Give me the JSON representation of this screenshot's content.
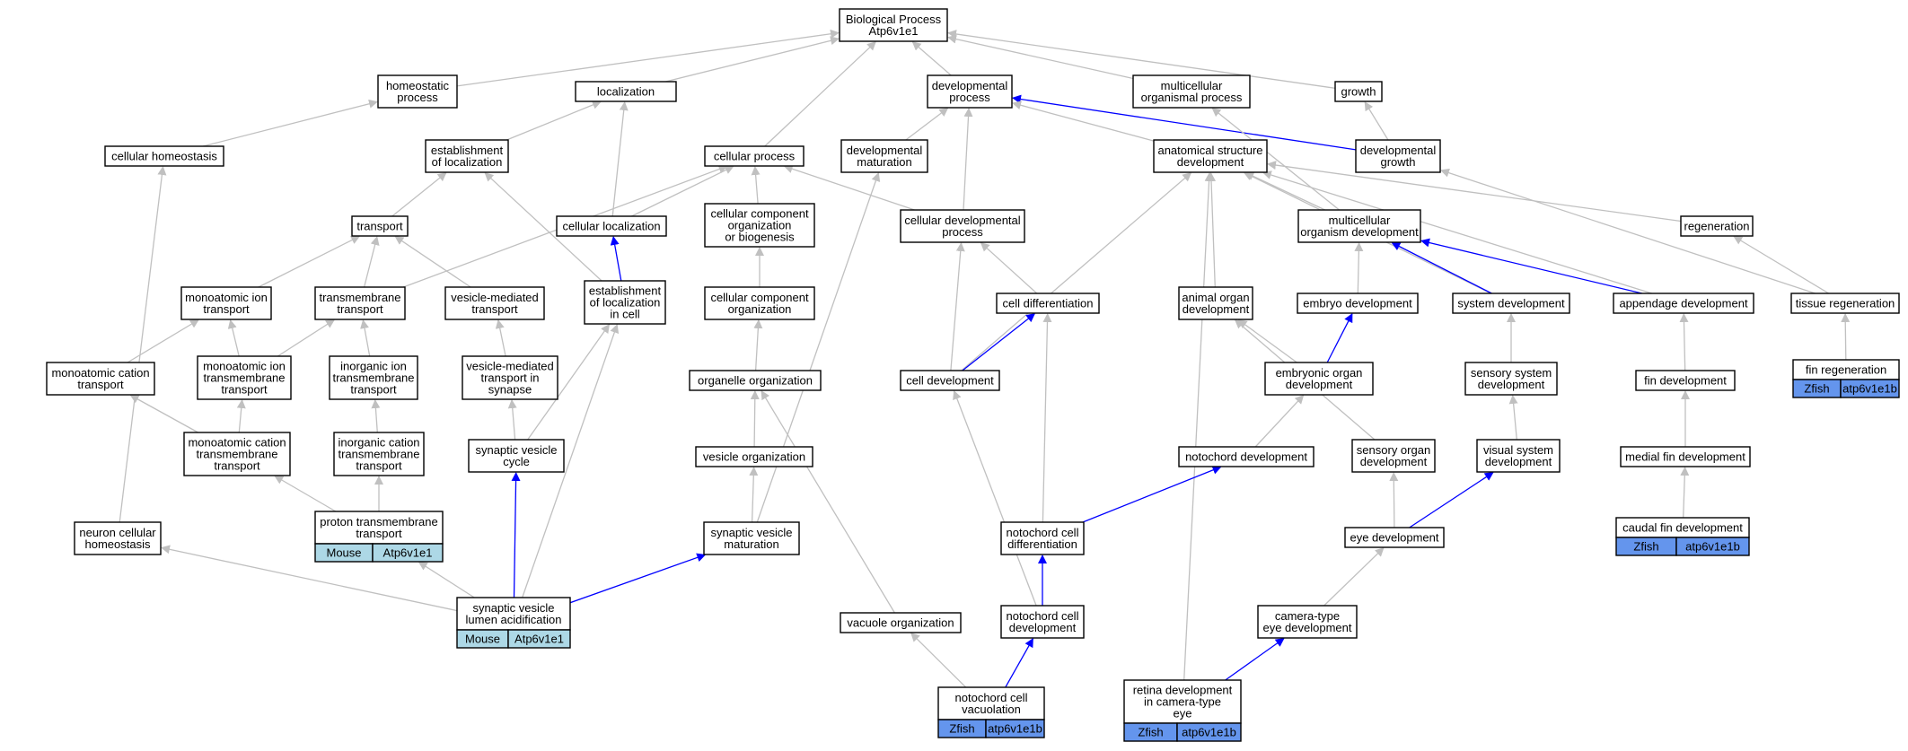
{
  "colors": {
    "gray_edge": "#c0c0c0",
    "blue_edge": "#0000ff",
    "mouse_tag": "#add8e6",
    "zfish_tag": "#6495ed"
  },
  "nodes": {
    "bp": {
      "lines": [
        "Biological Process",
        "Atp6v1e1"
      ]
    },
    "homeostatic": {
      "lines": [
        "homeostatic",
        "process"
      ]
    },
    "localization": {
      "lines": [
        "localization"
      ]
    },
    "devproc": {
      "lines": [
        "developmental",
        "process"
      ]
    },
    "multiproc": {
      "lines": [
        "multicellular",
        "organismal process"
      ]
    },
    "growth": {
      "lines": [
        "growth"
      ]
    },
    "cellhomeo": {
      "lines": [
        "cellular homeostasis"
      ]
    },
    "estloc": {
      "lines": [
        "establishment",
        "of localization"
      ]
    },
    "cellproc": {
      "lines": [
        "cellular process"
      ]
    },
    "devmat": {
      "lines": [
        "developmental",
        "maturation"
      ]
    },
    "anat": {
      "lines": [
        "anatomical structure",
        "development"
      ]
    },
    "devgrowth": {
      "lines": [
        "developmental",
        "growth"
      ]
    },
    "transport": {
      "lines": [
        "transport"
      ]
    },
    "cellloc": {
      "lines": [
        "cellular localization"
      ]
    },
    "ccob": {
      "lines": [
        "cellular component",
        "organization",
        "or biogenesis"
      ]
    },
    "celldevproc": {
      "lines": [
        "cellular developmental",
        "process"
      ]
    },
    "multidev": {
      "lines": [
        "multicellular",
        "organism development"
      ]
    },
    "regen": {
      "lines": [
        "regeneration"
      ]
    },
    "monoion": {
      "lines": [
        "monoatomic ion",
        "transport"
      ]
    },
    "tmtrans": {
      "lines": [
        "transmembrane",
        "transport"
      ]
    },
    "vesmed": {
      "lines": [
        "vesicle-mediated",
        "transport"
      ]
    },
    "estlocincell": {
      "lines": [
        "establishment",
        "of localization",
        "in cell"
      ]
    },
    "cco": {
      "lines": [
        "cellular component",
        "organization"
      ]
    },
    "celldiff": {
      "lines": [
        "cell differentiation"
      ]
    },
    "animorg": {
      "lines": [
        "animal organ",
        "development"
      ]
    },
    "embryo": {
      "lines": [
        "embryo development"
      ]
    },
    "sysdev": {
      "lines": [
        "system development"
      ]
    },
    "appdev": {
      "lines": [
        "appendage development"
      ]
    },
    "tissregen": {
      "lines": [
        "tissue regeneration"
      ]
    },
    "monocat": {
      "lines": [
        "monoatomic cation",
        "transport"
      ]
    },
    "monoiontm": {
      "lines": [
        "monoatomic ion",
        "transmembrane",
        "transport"
      ]
    },
    "inorgion": {
      "lines": [
        "inorganic ion",
        "transmembrane",
        "transport"
      ]
    },
    "vesmedsyn": {
      "lines": [
        "vesicle-mediated",
        "transport in",
        "synapse"
      ]
    },
    "orgorg": {
      "lines": [
        "organelle organization"
      ]
    },
    "celldev": {
      "lines": [
        "cell development"
      ]
    },
    "embryoorg": {
      "lines": [
        "embryonic organ",
        "development"
      ]
    },
    "sensys": {
      "lines": [
        "sensory system",
        "development"
      ]
    },
    "findev": {
      "lines": [
        "fin development"
      ]
    },
    "finregen": {
      "lines": [
        "fin regeneration"
      ]
    },
    "monocattm": {
      "lines": [
        "monoatomic cation",
        "transmembrane",
        "transport"
      ]
    },
    "inorgcat": {
      "lines": [
        "inorganic cation",
        "transmembrane",
        "transport"
      ]
    },
    "synvescyc": {
      "lines": [
        "synaptic vesicle",
        "cycle"
      ]
    },
    "vesorg": {
      "lines": [
        "vesicle organization"
      ]
    },
    "notodev": {
      "lines": [
        "notochord development"
      ]
    },
    "sensorg": {
      "lines": [
        "sensory organ",
        "development"
      ]
    },
    "visdev": {
      "lines": [
        "visual system",
        "development"
      ]
    },
    "medfin": {
      "lines": [
        "medial fin development"
      ]
    },
    "neuronhomeo": {
      "lines": [
        "neuron cellular",
        "homeostasis"
      ]
    },
    "protontm": {
      "lines": [
        "proton transmembrane",
        "transport"
      ]
    },
    "synvesmat": {
      "lines": [
        "synaptic vesicle",
        "maturation"
      ]
    },
    "notocelldiff": {
      "lines": [
        "notochord cell",
        "differentiation"
      ]
    },
    "eyedev": {
      "lines": [
        "eye development"
      ]
    },
    "caudfin": {
      "lines": [
        "caudal fin development"
      ]
    },
    "synveslum": {
      "lines": [
        "synaptic vesicle",
        "lumen acidification"
      ]
    },
    "vacorg": {
      "lines": [
        "vacuole organization"
      ]
    },
    "notocelldev": {
      "lines": [
        "notochord cell",
        "development"
      ]
    },
    "cameye": {
      "lines": [
        "camera-type",
        "eye development"
      ]
    },
    "notovac": {
      "lines": [
        "notochord cell",
        "vacuolation"
      ]
    },
    "retina": {
      "lines": [
        "retina development",
        "in camera-type",
        "eye"
      ]
    }
  },
  "annotations": {
    "protontm": {
      "species": "Mouse",
      "gene": "Atp6v1e1"
    },
    "synveslum": {
      "species": "Mouse",
      "gene": "Atp6v1e1"
    },
    "finregen": {
      "species": "Zfish",
      "gene": "atp6v1e1b"
    },
    "caudfin": {
      "species": "Zfish",
      "gene": "atp6v1e1b"
    },
    "notovac": {
      "species": "Zfish",
      "gene": "atp6v1e1b"
    },
    "retina": {
      "species": "Zfish",
      "gene": "atp6v1e1b"
    }
  },
  "edges": [
    {
      "from": "homeostatic",
      "to": "bp",
      "color": "gray"
    },
    {
      "from": "localization",
      "to": "bp",
      "color": "gray"
    },
    {
      "from": "devproc",
      "to": "bp",
      "color": "gray"
    },
    {
      "from": "multiproc",
      "to": "bp",
      "color": "gray"
    },
    {
      "from": "growth",
      "to": "bp",
      "color": "gray"
    },
    {
      "from": "cellproc",
      "to": "bp",
      "color": "gray"
    },
    {
      "from": "cellhomeo",
      "to": "homeostatic",
      "color": "gray"
    },
    {
      "from": "estloc",
      "to": "localization",
      "color": "gray"
    },
    {
      "from": "cellloc",
      "to": "localization",
      "color": "gray"
    },
    {
      "from": "devgrowth",
      "to": "devproc",
      "color": "blue"
    },
    {
      "from": "devgrowth",
      "to": "growth",
      "color": "gray"
    },
    {
      "from": "devmat",
      "to": "devproc",
      "color": "gray"
    },
    {
      "from": "anat",
      "to": "devproc",
      "color": "gray"
    },
    {
      "from": "celldevproc",
      "to": "devproc",
      "color": "gray"
    },
    {
      "from": "multidev",
      "to": "multiproc",
      "color": "gray"
    },
    {
      "from": "transport",
      "to": "estloc",
      "color": "gray"
    },
    {
      "from": "estlocincell",
      "to": "estloc",
      "color": "gray"
    },
    {
      "from": "cellloc",
      "to": "cellproc",
      "color": "gray"
    },
    {
      "from": "ccob",
      "to": "cellproc",
      "color": "gray"
    },
    {
      "from": "celldevproc",
      "to": "cellproc",
      "color": "gray"
    },
    {
      "from": "tmtrans",
      "to": "cellproc",
      "color": "gray"
    },
    {
      "from": "multidev",
      "to": "anat",
      "color": "gray"
    },
    {
      "from": "regen",
      "to": "anat",
      "color": "gray"
    },
    {
      "from": "animorg",
      "to": "anat",
      "color": "gray"
    },
    {
      "from": "sysdev",
      "to": "anat",
      "color": "gray"
    },
    {
      "from": "appdev",
      "to": "anat",
      "color": "gray"
    },
    {
      "from": "celldev",
      "to": "anat",
      "color": "gray"
    },
    {
      "from": "retina",
      "to": "anat",
      "color": "gray"
    },
    {
      "from": "tissregen",
      "to": "devgrowth",
      "color": "gray"
    },
    {
      "from": "monoion",
      "to": "transport",
      "color": "gray"
    },
    {
      "from": "tmtrans",
      "to": "transport",
      "color": "gray"
    },
    {
      "from": "vesmed",
      "to": "transport",
      "color": "gray"
    },
    {
      "from": "estlocincell",
      "to": "cellloc",
      "color": "blue"
    },
    {
      "from": "cco",
      "to": "ccob",
      "color": "gray"
    },
    {
      "from": "celldiff",
      "to": "celldevproc",
      "color": "gray"
    },
    {
      "from": "celldev",
      "to": "celldevproc",
      "color": "gray"
    },
    {
      "from": "sysdev",
      "to": "multidev",
      "color": "blue"
    },
    {
      "from": "appdev",
      "to": "multidev",
      "color": "blue"
    },
    {
      "from": "embryo",
      "to": "multidev",
      "color": "gray"
    },
    {
      "from": "tissregen",
      "to": "regen",
      "color": "gray"
    },
    {
      "from": "monocat",
      "to": "monoion",
      "color": "gray"
    },
    {
      "from": "monoiontm",
      "to": "monoion",
      "color": "gray"
    },
    {
      "from": "monoiontm",
      "to": "tmtrans",
      "color": "gray"
    },
    {
      "from": "inorgion",
      "to": "tmtrans",
      "color": "gray"
    },
    {
      "from": "vesmedsyn",
      "to": "vesmed",
      "color": "gray"
    },
    {
      "from": "synvescyc",
      "to": "estlocincell",
      "color": "gray"
    },
    {
      "from": "synveslum",
      "to": "estlocincell",
      "color": "gray"
    },
    {
      "from": "orgorg",
      "to": "cco",
      "color": "gray"
    },
    {
      "from": "celldev",
      "to": "celldiff",
      "color": "blue"
    },
    {
      "from": "notocelldiff",
      "to": "celldiff",
      "color": "gray"
    },
    {
      "from": "embryoorg",
      "to": "animorg",
      "color": "gray"
    },
    {
      "from": "sensorg",
      "to": "animorg",
      "color": "gray"
    },
    {
      "from": "embryoorg",
      "to": "embryo",
      "color": "blue"
    },
    {
      "from": "sensys",
      "to": "sysdev",
      "color": "gray"
    },
    {
      "from": "findev",
      "to": "appdev",
      "color": "gray"
    },
    {
      "from": "finregen",
      "to": "tissregen",
      "color": "gray"
    },
    {
      "from": "monocattm",
      "to": "monocat",
      "color": "gray"
    },
    {
      "from": "monocattm",
      "to": "monoiontm",
      "color": "gray"
    },
    {
      "from": "inorgcat",
      "to": "inorgion",
      "color": "gray"
    },
    {
      "from": "synvescyc",
      "to": "vesmedsyn",
      "color": "gray"
    },
    {
      "from": "vesorg",
      "to": "orgorg",
      "color": "gray"
    },
    {
      "from": "vacorg",
      "to": "orgorg",
      "color": "gray"
    },
    {
      "from": "notocelldev",
      "to": "celldev",
      "color": "gray"
    },
    {
      "from": "notodev",
      "to": "embryoorg",
      "color": "gray"
    },
    {
      "from": "visdev",
      "to": "sensys",
      "color": "gray"
    },
    {
      "from": "medfin",
      "to": "findev",
      "color": "gray"
    },
    {
      "from": "protontm",
      "to": "monocattm",
      "color": "gray"
    },
    {
      "from": "protontm",
      "to": "inorgcat",
      "color": "gray"
    },
    {
      "from": "synveslum",
      "to": "synvescyc",
      "color": "blue"
    },
    {
      "from": "synvesmat",
      "to": "vesorg",
      "color": "gray"
    },
    {
      "from": "synvesmat",
      "to": "devmat",
      "color": "gray"
    },
    {
      "from": "notocelldiff",
      "to": "notodev",
      "color": "blue"
    },
    {
      "from": "eyedev",
      "to": "sensorg",
      "color": "gray"
    },
    {
      "from": "eyedev",
      "to": "visdev",
      "color": "blue"
    },
    {
      "from": "caudfin",
      "to": "medfin",
      "color": "gray"
    },
    {
      "from": "neuronhomeo",
      "to": "cellhomeo",
      "color": "gray"
    },
    {
      "from": "synveslum",
      "to": "neuronhomeo",
      "color": "gray"
    },
    {
      "from": "synveslum",
      "to": "protontm",
      "color": "gray"
    },
    {
      "from": "synveslum",
      "to": "synvesmat",
      "color": "blue"
    },
    {
      "from": "notocelldev",
      "to": "notocelldiff",
      "color": "blue"
    },
    {
      "from": "cameye",
      "to": "eyedev",
      "color": "gray"
    },
    {
      "from": "notovac",
      "to": "vacorg",
      "color": "gray"
    },
    {
      "from": "notovac",
      "to": "notocelldev",
      "color": "blue"
    },
    {
      "from": "retina",
      "to": "cameye",
      "color": "blue"
    }
  ]
}
